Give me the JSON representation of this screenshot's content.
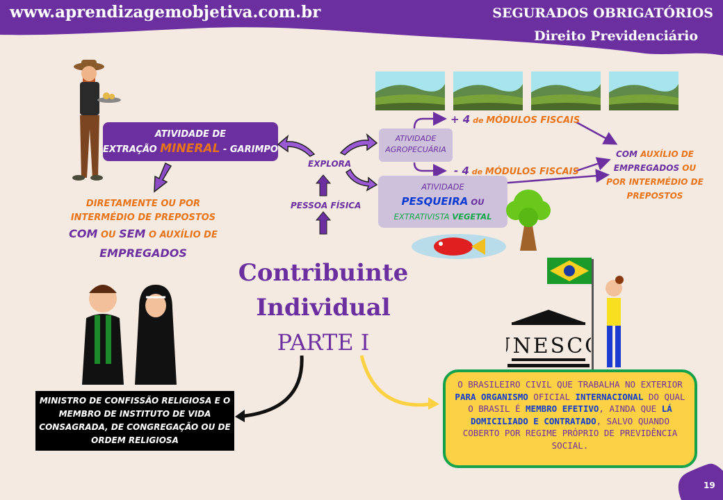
{
  "header": {
    "site": "www.aprendizagemobjetiva.com.br",
    "title": "SEGURADOS OBRIGATÓRIOS",
    "subtitle": "Direito Previdenciário"
  },
  "colors": {
    "purple": "#6b2fa0",
    "orange": "#e8741a",
    "blue": "#0b3bd0",
    "green": "#12a84a",
    "yellow": "#fdd144",
    "background": "#f4eae1"
  },
  "garimpo": {
    "line1": "ATIVIDADE DE",
    "line2a": "EXTRAÇÃO ",
    "line2b": "MINERAL",
    "line2c": " - GARIMPO"
  },
  "garimpo_detail": {
    "l1": "DIRETAMENTE OU POR",
    "l2": "INTERMÉDIO DE PREPOSTOS",
    "com": "COM",
    "ou": " OU ",
    "sem": "SEM",
    "aux": " O AUXÍLIO DE",
    "emp": "EMPREGADOS"
  },
  "center": {
    "explora": "EXPLORA",
    "pessoa": "PESSOA FÍSICA"
  },
  "agro": {
    "l1": "ATIVIDADE",
    "l2": "AGROPECUÁRIA"
  },
  "modulos": {
    "plus_num": "+ 4",
    "plus_de": " de ",
    "plus_txt": "MÓDULOS FISCAIS",
    "minus_num": "- 4",
    "minus_de": " de ",
    "minus_txt": "MÓDULOS FISCAIS"
  },
  "pesca": {
    "l1": "ATIVIDADE",
    "l2a": "PESQUEIRA",
    "l2b": " OU",
    "l3a": "EXTRATIVISTA ",
    "l3b": "VEGETAL"
  },
  "auxilio": {
    "com": "COM",
    "a1": " AUXÍLIO DE",
    "emp": "EMPREGADOS",
    "ou": " OU",
    "l3": "POR INTERMÉDIO DE",
    "l4": "PREPOSTOS"
  },
  "title": {
    "l1": "Contribuinte",
    "l2": "Individual",
    "parte": "PARTE I"
  },
  "ministro": {
    "text": "MINISTRO DE CONFISSÃO RELIGIOSA E O MEMBRO DE INSTITUTO DE VIDA CONSAGRADA, DE CONGREGAÇÃO OU DE ORDEM RELIGIOSA"
  },
  "unesco_logo": "UNESCO",
  "unesco": {
    "s1": "O BRASILEIRO CIVIL QUE TRABALHA NO EXTERIOR ",
    "s2": "PARA ORGANISMO",
    "s3": " OFICIAL ",
    "s4": "INTERNACIONAL",
    "s5": " DO QUAL O BRASIL É ",
    "s6": "MEMBRO EFETIVO",
    "s7": ", AINDA QUE ",
    "s8": "LÁ DOMICILIADO E CONTRATADO",
    "s9": ", SALVO QUANDO COBERTO POR REGIME PRÓPRIO DE PREVIDÊNCIA SOCIAL."
  },
  "page_number": "19"
}
